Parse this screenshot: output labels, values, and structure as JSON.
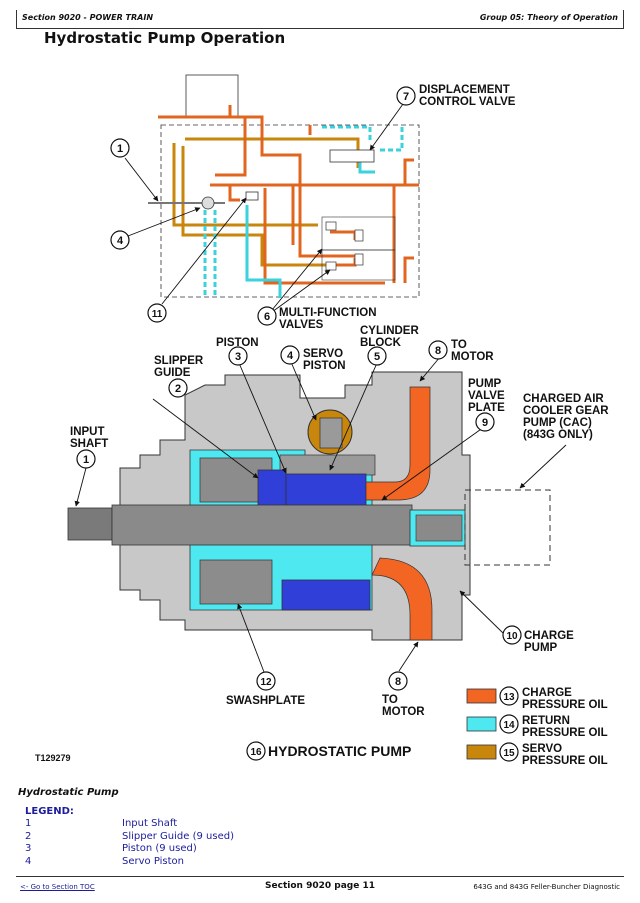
{
  "header": {
    "section": "Section 9020 - POWER TRAIN",
    "group": "Group 05: Theory of Operation"
  },
  "page_title": "Hydrostatic Pump Operation",
  "figure": {
    "id": "T129279",
    "title_number": "16",
    "title": "HYDROSTATIC PUMP",
    "colors": {
      "charge": "#f26522",
      "return": "#4de8f0",
      "servo": "#c8860c",
      "blue": "#2f3fd8",
      "body": "#a8a8a8",
      "dark": "#7a7a7a"
    },
    "callouts": {
      "c1": {
        "num": "1",
        "line1": "",
        "line2": ""
      },
      "c1b": {
        "num": "1",
        "line1": "INPUT",
        "line2": "SHAFT"
      },
      "c2": {
        "num": "2",
        "line1": "SLIPPER",
        "line2": "GUIDE"
      },
      "c3": {
        "num": "3",
        "line1": "PISTON",
        "line2": ""
      },
      "c4": {
        "num": "4",
        "line1": "",
        "line2": ""
      },
      "c4b": {
        "num": "4",
        "line1": "SERVO",
        "line2": "PISTON"
      },
      "c5": {
        "num": "5",
        "line1": "CYLINDER",
        "line2": "BLOCK"
      },
      "c6": {
        "num": "6",
        "line1": "MULTI-FUNCTION",
        "line2": "VALVES"
      },
      "c7": {
        "num": "7",
        "line1": "DISPLACEMENT",
        "line2": "CONTROL VALVE"
      },
      "c8a": {
        "num": "8",
        "line1": "TO",
        "line2": "MOTOR"
      },
      "c8b": {
        "num": "8",
        "line1": "TO",
        "line2": "MOTOR"
      },
      "c9": {
        "num": "9",
        "line1": "PUMP",
        "line2": "VALVE",
        "line3": "PLATE"
      },
      "c10": {
        "num": "10",
        "line1": "CHARGE",
        "line2": "PUMP"
      },
      "c11": {
        "num": "11",
        "line1": "",
        "line2": ""
      },
      "c12": {
        "num": "12",
        "line1": "SWASHPLATE",
        "line2": ""
      },
      "cac": {
        "line1": "CHARGED AIR",
        "line2": "COOLER GEAR",
        "line3": "PUMP (CAC)",
        "line4": "(843G ONLY)"
      }
    },
    "key": [
      {
        "num": "13",
        "line1": "CHARGE",
        "line2": "PRESSURE OIL"
      },
      {
        "num": "14",
        "line1": "RETURN",
        "line2": "PRESSURE OIL"
      },
      {
        "num": "15",
        "line1": "SERVO",
        "line2": "PRESSURE OIL"
      }
    ]
  },
  "caption": "Hydrostatic Pump",
  "legend": {
    "title": "LEGEND:",
    "items": [
      {
        "num": "1",
        "label": "Input Shaft"
      },
      {
        "num": "2",
        "label": "Slipper Guide (9 used)"
      },
      {
        "num": "3",
        "label": "Piston (9 used)"
      },
      {
        "num": "4",
        "label": "Servo Piston"
      }
    ]
  },
  "footer": {
    "toc_link": "<- Go to Section TOC",
    "page": "Section 9020 page 11",
    "doc": "643G and 843G Feller-Buncher Diagnostic"
  }
}
